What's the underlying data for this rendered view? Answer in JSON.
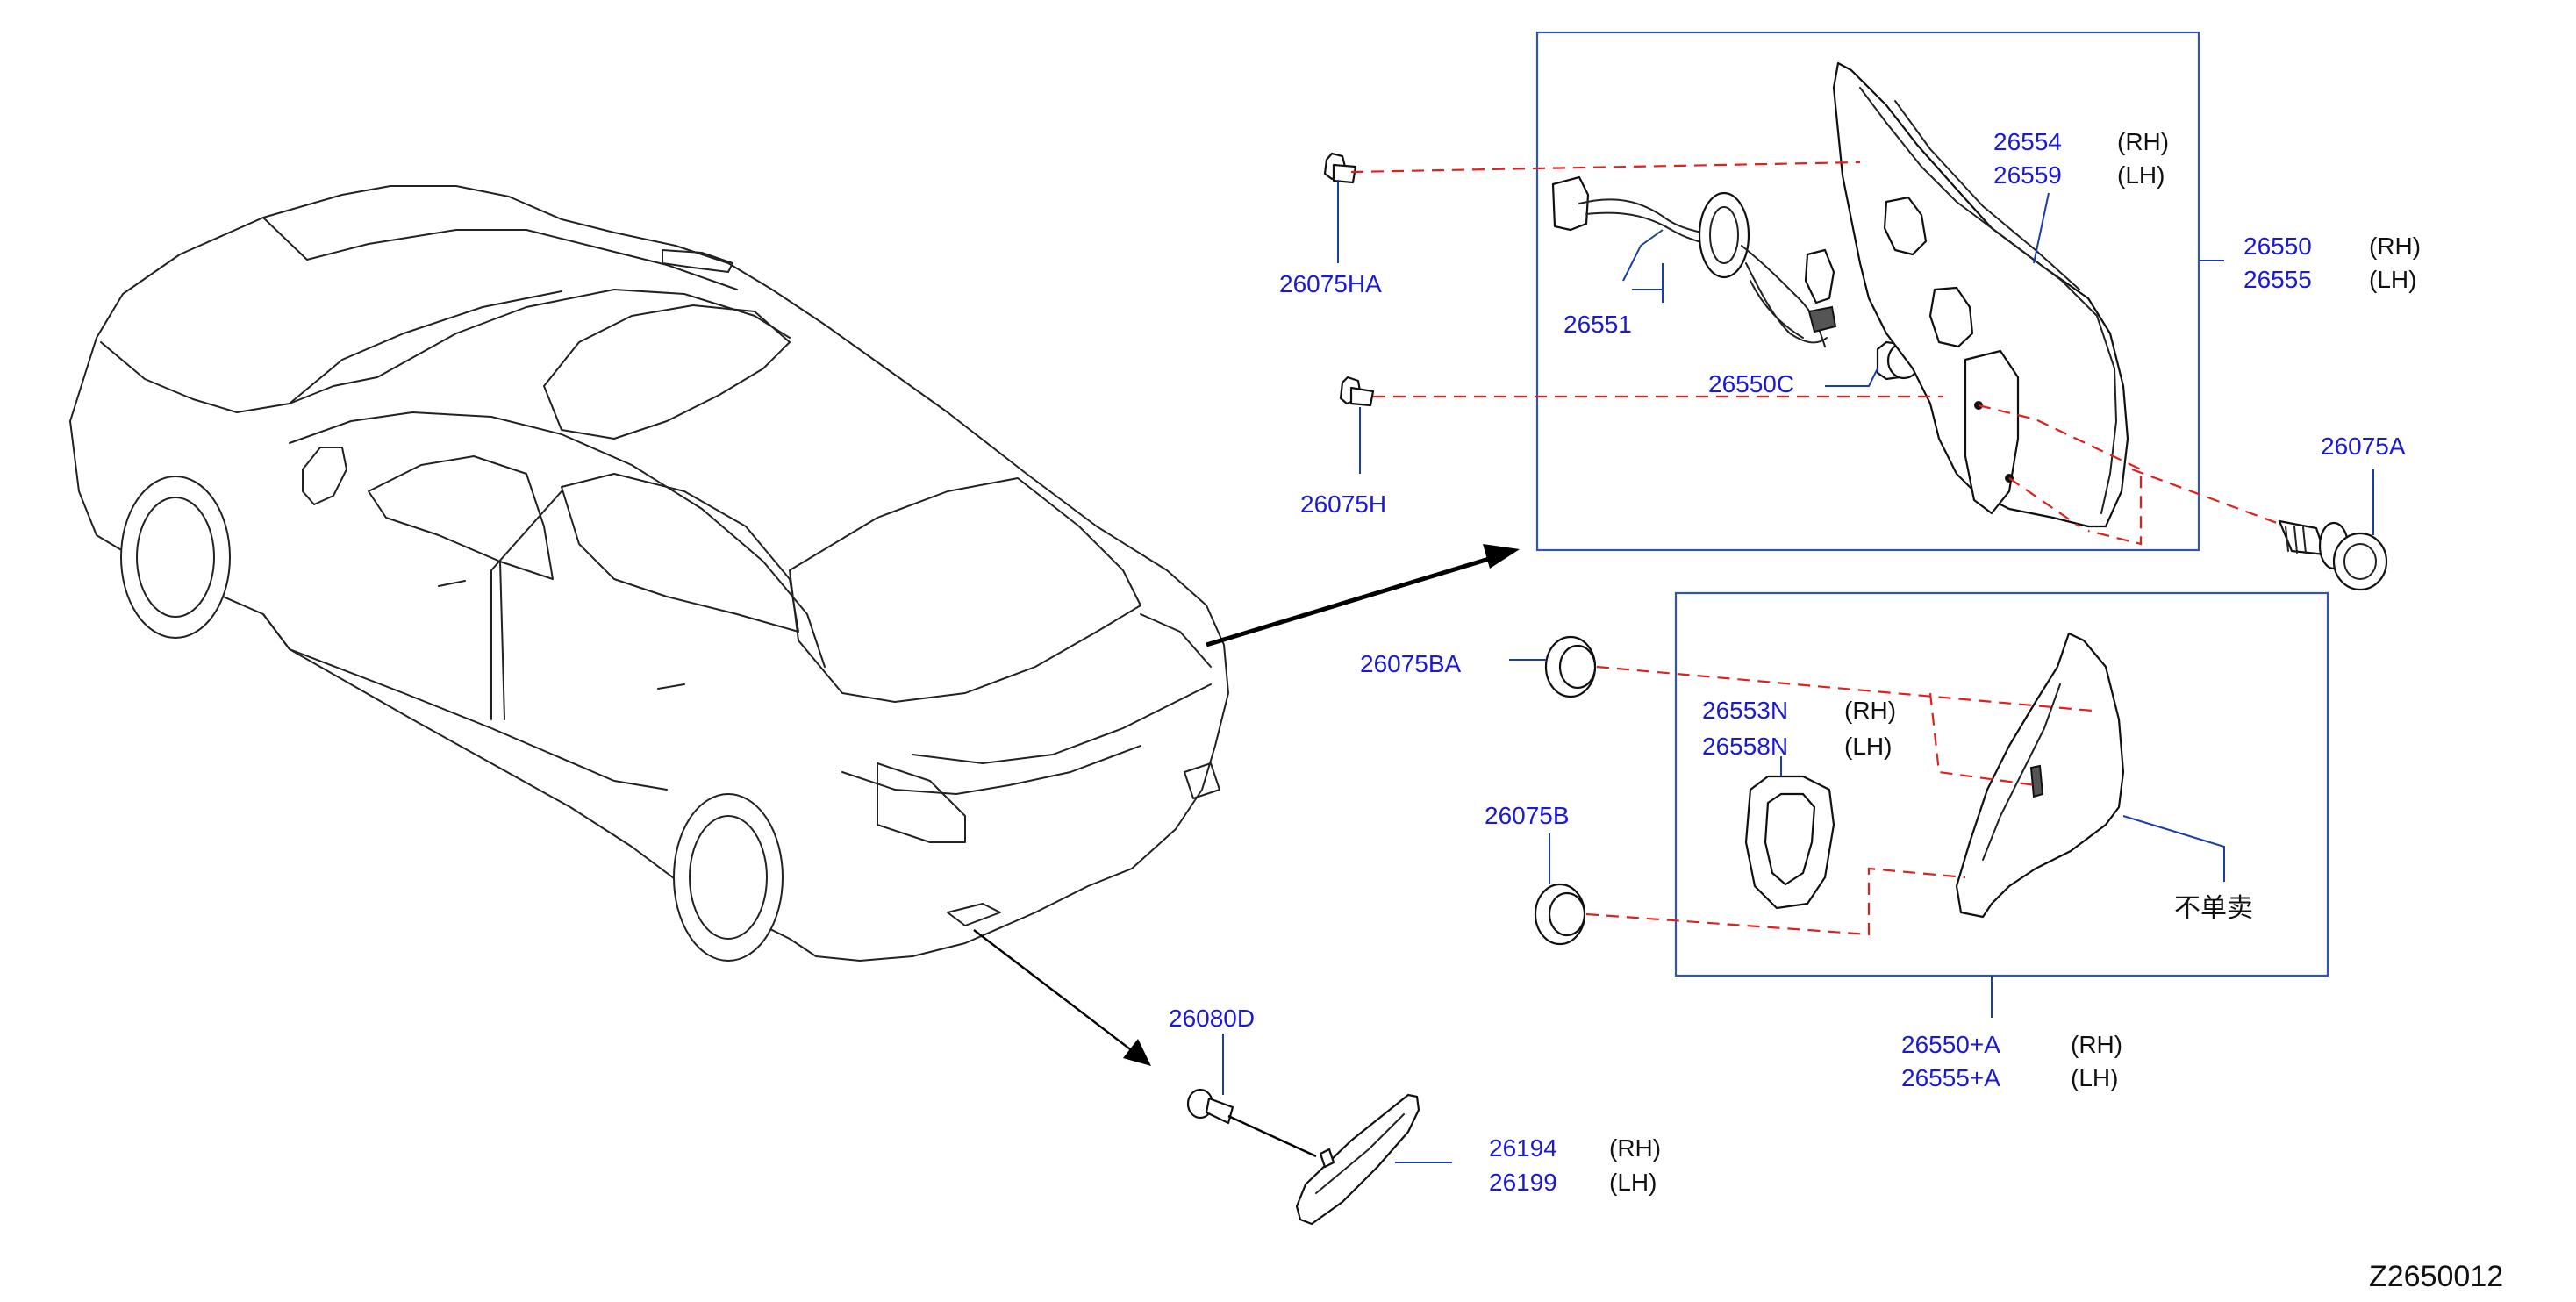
{
  "diagram": {
    "reference_code": "Z2650012",
    "not_sold_separately": "不单卖",
    "parts": {
      "p26075HA": "26075HA",
      "p26075H": "26075H",
      "p26551": "26551",
      "p26550C": "26550C",
      "p26554": "26554",
      "p26559": "26559",
      "p26550": "26550",
      "p26555": "26555",
      "p26075A": "26075A",
      "p26075BA": "26075BA",
      "p26553N": "26553N",
      "p26558N": "26558N",
      "p26075B": "26075B",
      "p26550A": "26550+A",
      "p26555A": "26555+A",
      "p26080D": "26080D",
      "p26194": "26194",
      "p26199": "26199"
    },
    "sides": {
      "rh": "(RH)",
      "lh": "(LH)"
    },
    "colors": {
      "part_number": "#1a1ad6",
      "phantom_line": "#e0201c",
      "group_box": "#2f55b5",
      "leader": "#1a3fa8"
    }
  }
}
